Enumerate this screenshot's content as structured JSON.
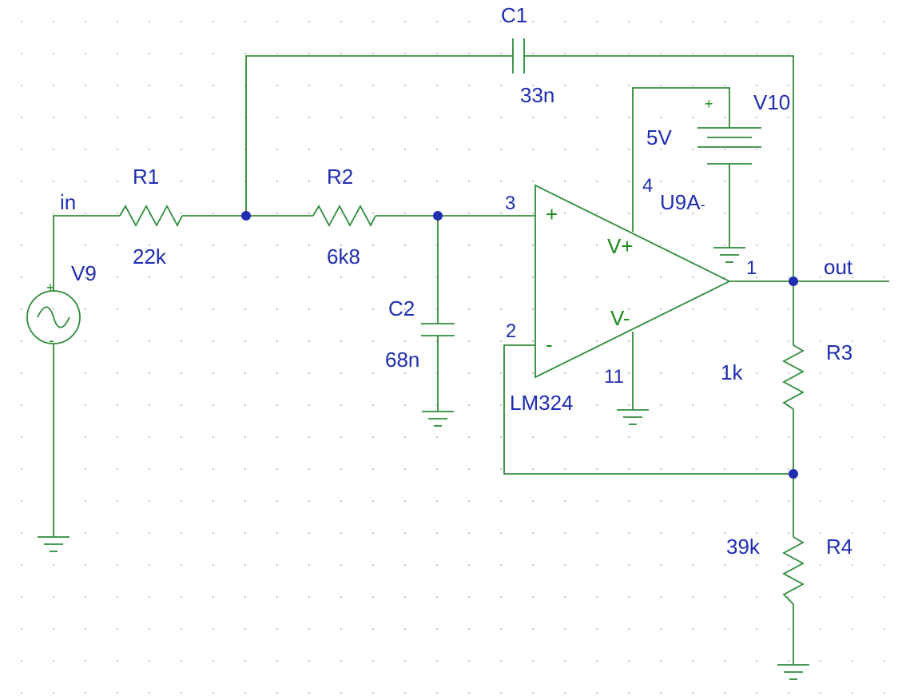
{
  "components": {
    "r1": {
      "ref": "R1",
      "value": "22k"
    },
    "r2": {
      "ref": "R2",
      "value": "6k8"
    },
    "r3": {
      "ref": "R3",
      "value": "1k"
    },
    "r4": {
      "ref": "R4",
      "value": "39k"
    },
    "c1": {
      "ref": "C1",
      "value": "33n"
    },
    "c2": {
      "ref": "C2",
      "value": "68n"
    },
    "v9": {
      "ref": "V9",
      "plus": "+",
      "minus": "-"
    },
    "v10": {
      "ref": "V10",
      "value": "5V",
      "plus": "+"
    },
    "u9a": {
      "ref": "U9A",
      "suffix": "-",
      "part": "LM324",
      "in_plus": "+",
      "in_minus": "-",
      "vplus": "V+",
      "vminus": "V-"
    }
  },
  "pins": {
    "p1": "1",
    "p2": "2",
    "p3": "3",
    "p4": "4",
    "p11": "11"
  },
  "nets": {
    "in": "in",
    "out": "out"
  }
}
